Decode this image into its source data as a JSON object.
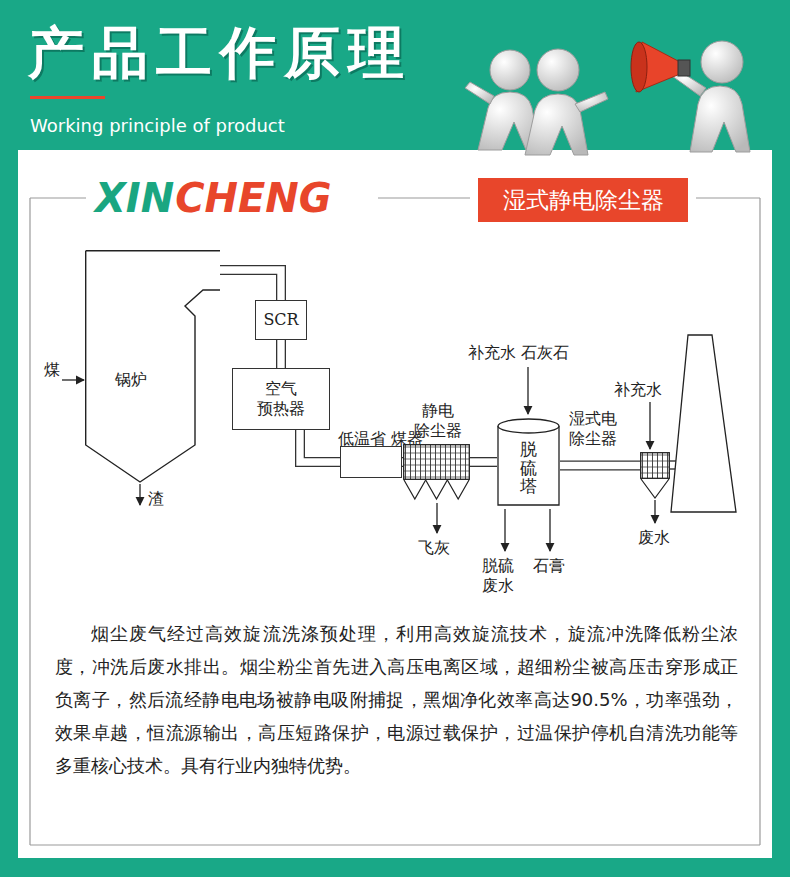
{
  "diagram": {
    "title": "产品工作原理",
    "caption": "烟尘废气经过高效旋流洗涤预处理，利用高效旋流技术，旋流冲洗降低粉尘浓度，冲洗后废水排出。烟尘粉尘首先进入高压电离区域，超细粉尘被高压击穿形成正负离子，然后流经静电电场被静电吸附捕捉，黑烟净化效率高达90.5%，功率强劲，效果卓越，恒流源输出，高压短路保护，电源过载保护，过温保护停机自清洗功能等多重核心技术。具有行业内独特优势。",
    "nodes": [
      {
        "text": [
          "湿式静电除尘器"
        ]
      },
      {
        "text": [
          "锅炉"
        ]
      },
      {
        "text": [
          "SCR"
        ]
      },
      {
        "text": [
          "空气 预热器"
        ]
      },
      {
        "text": [
          "低温省 煤器"
        ]
      },
      {
        "text": [
          "静电 除尘器"
        ]
      },
      {
        "text": [
          "脱硫塔"
        ]
      },
      {
        "text": [
          "湿式电 除尘器"
        ]
      }
    ],
    "edges": [
      {
        "from": 1,
        "to": 2,
        "arrow": "none"
      },
      {
        "from": 2,
        "to": 3,
        "arrow": "none"
      },
      {
        "from": 3,
        "to": 4,
        "arrow": "none"
      },
      {
        "from": 4,
        "to": 5,
        "arrow": "none"
      },
      {
        "from": 5,
        "to": 6,
        "arrow": "none"
      },
      {
        "from": 6,
        "to": 7,
        "arrow": "none"
      }
    ],
    "labels": [
      "Working principle of product",
      "XIN",
      "CHENG",
      "煤",
      "渣",
      "补充水 石灰石",
      "补充水",
      "飞灰",
      "脱硫 废水",
      "石膏",
      "废水"
    ]
  }
}
